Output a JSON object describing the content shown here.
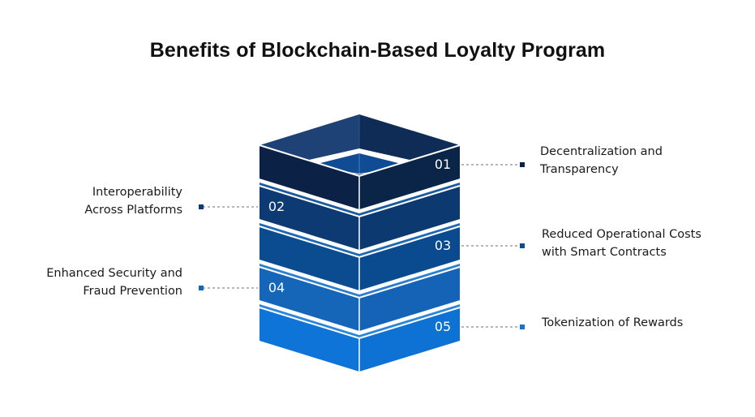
{
  "title": "Benefits of Blockchain-Based Loyalty Program",
  "layers": [
    {
      "number": "01",
      "label_line1": "Decentralization and",
      "label_line2": "Transparency",
      "side": "right",
      "colors": {
        "front_left": "#0b2146",
        "front_right": "#0a2548",
        "accent": "#0f2c57",
        "marker": "#0b2146"
      }
    },
    {
      "number": "02",
      "label_line1": "Interoperability",
      "label_line2": "Across Platforms",
      "side": "left",
      "colors": {
        "front_left": "#0d3a72",
        "front_right": "#0c3a70",
        "accent": "#1a5aa0",
        "marker": "#0d3a72"
      }
    },
    {
      "number": "03",
      "label_line1": "Reduced Operational Costs",
      "label_line2": "with Smart Contracts",
      "side": "right",
      "colors": {
        "front_left": "#0b4c91",
        "front_right": "#0a4b8f",
        "accent": "#1c69b5",
        "marker": "#0b4c91"
      }
    },
    {
      "number": "04",
      "label_line1": "Enhanced Security and",
      "label_line2": "Fraud Prevention",
      "side": "left",
      "colors": {
        "front_left": "#1565b8",
        "front_right": "#1463b6",
        "accent": "#2a7fd0",
        "marker": "#1565b8"
      }
    },
    {
      "number": "05",
      "label_line1": "Tokenization of Rewards",
      "label_line2": "",
      "side": "right",
      "colors": {
        "front_left": "#0e74d8",
        "front_right": "#0d72d4",
        "accent": "#2a86dc",
        "marker": "#0e74d8"
      }
    }
  ],
  "top_cap": {
    "left": "#1e4275",
    "right": "#0f2c57",
    "inner": "#0f4c93"
  },
  "connector_color": "#8a8a8a"
}
